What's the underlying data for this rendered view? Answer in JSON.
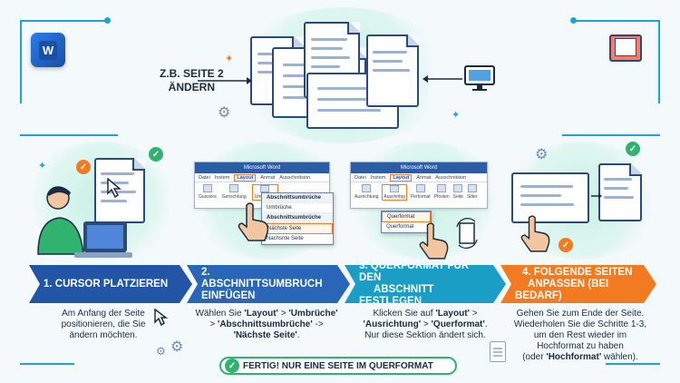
{
  "logo": {
    "letter": "W"
  },
  "top": {
    "label_line1": "Z.B. SEITE 2",
    "label_line2": "ÄNDERN"
  },
  "steps": [
    {
      "title": "1. Cursor platzieren",
      "desc_html_parts": [
        "Am Anfang der Seite",
        "positionieren, die Sie",
        "ändern möchten."
      ],
      "color": "#2355a6"
    },
    {
      "title_line1": "2. Abschnittsumbruch",
      "title_line2": "einfügen",
      "desc_parts": [
        "Wählen Sie ",
        "'Layout'",
        " > ",
        "'Umbrüche'",
        " > ",
        "'Abschnittsumbrüche'",
        " -> ",
        "'Nächste Seite'",
        "."
      ],
      "color": "#2a66b8"
    },
    {
      "title_line1": "3. Querformat für den",
      "title_line2": "Abschnitt festlegen",
      "desc_parts": [
        "Klicken Sie auf ",
        "'Layout'",
        " > ",
        "'Ausrichtung'",
        " > ",
        "'Querformat'",
        ".",
        "Nur diese Sektion ändert sich."
      ],
      "color": "#1b9ec6"
    },
    {
      "title_line1": "4. Folgende Seiten",
      "title_line2": "anpassen (bei Bedarf)",
      "desc_lines": [
        "Gehen Sie zum Ende der Seite.",
        "Wiederholen Sie die Schritte 1-3,",
        "um den Rest wieder im",
        "Hochformat zu haben"
      ],
      "desc_last_parts": [
        "(oder ",
        "'Hochformat'",
        " wählen)."
      ],
      "color": "#f27b22"
    }
  ],
  "word_window_2": {
    "title": "Microsoft Word",
    "tabs": [
      "Datei",
      "Instem",
      "Layout",
      "Anmat",
      "Ausschnitsion"
    ],
    "groups": [
      "Gussiors",
      "Gerischtung",
      "Umbrüche"
    ],
    "menu_header": "Abschnittsumbrüche",
    "menu_items": [
      "Umbrüche",
      "Abschnittsumbrüche",
      "Nächste Seite",
      "Nachsnte Seite"
    ]
  },
  "word_window_3": {
    "title": "Microsoft Word",
    "tabs": [
      "Datei",
      "Instem",
      "Layout",
      "Anmat",
      "Ausschnitsion"
    ],
    "groups": [
      "Ausrichtung",
      "Auschritsg",
      "Performat",
      "Pfosten",
      "Seite",
      "Silter"
    ],
    "menu_items": [
      "Querformat",
      "Querformat"
    ]
  },
  "finish": {
    "text": "Fertig! Nur eine Seite im Querformat"
  },
  "colors": {
    "frame": "#1fa3d6",
    "green": "#2fb36f",
    "orange": "#f27b22",
    "navy": "#1b2b44"
  }
}
